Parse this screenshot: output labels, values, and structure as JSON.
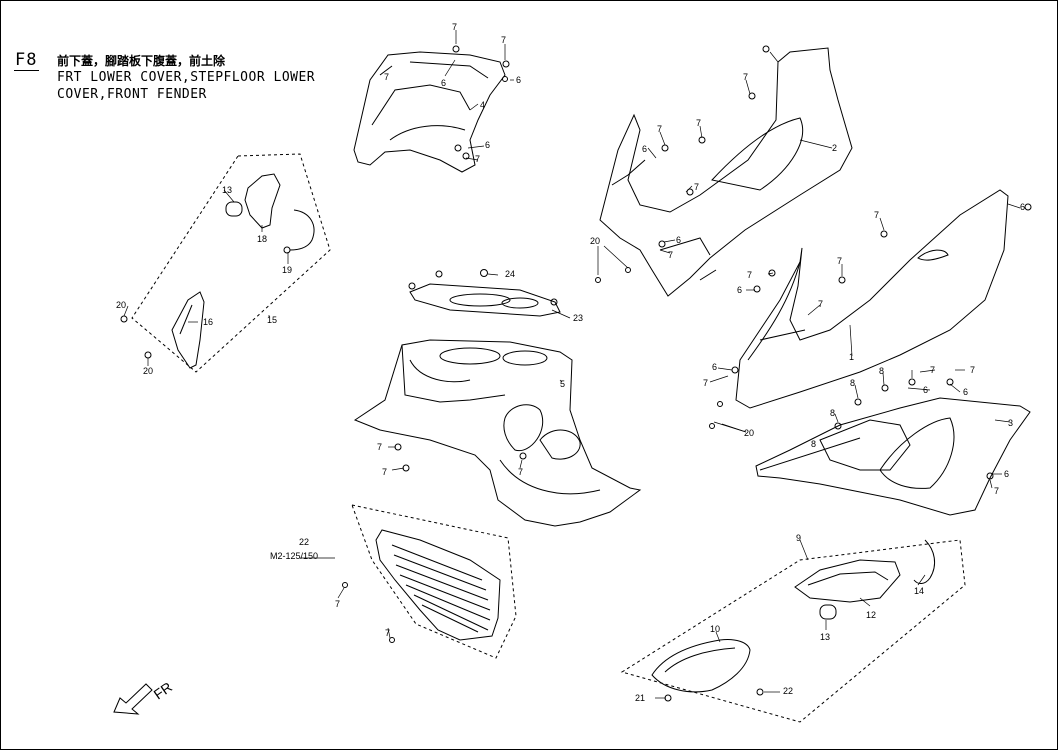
{
  "header": {
    "fig_code": "F8",
    "title_cn": "前下蓋，腳踏板下腹蓋，前土除",
    "title_en_line1": "FRT LOWER COVER,STEPFLOOR LOWER",
    "title_en_line2": "COVER,FRONT FENDER"
  },
  "callouts": [
    {
      "id": "c1",
      "text": "1"
    },
    {
      "id": "c2",
      "text": "2"
    },
    {
      "id": "c3",
      "text": "3"
    },
    {
      "id": "c4",
      "text": "4"
    },
    {
      "id": "c5",
      "text": "5"
    },
    {
      "id": "c6a",
      "text": "6"
    },
    {
      "id": "c6b",
      "text": "6"
    },
    {
      "id": "c6c",
      "text": "6"
    },
    {
      "id": "c6d",
      "text": "6"
    },
    {
      "id": "c6e",
      "text": "6"
    },
    {
      "id": "c6f",
      "text": "6"
    },
    {
      "id": "c6g",
      "text": "6"
    },
    {
      "id": "c6h",
      "text": "6"
    },
    {
      "id": "c6i",
      "text": "6"
    },
    {
      "id": "c6j",
      "text": "6"
    },
    {
      "id": "c6k",
      "text": "6"
    },
    {
      "id": "c7a",
      "text": "7"
    },
    {
      "id": "c7b",
      "text": "7"
    },
    {
      "id": "c7c",
      "text": "7"
    },
    {
      "id": "c7d",
      "text": "7"
    },
    {
      "id": "c7e",
      "text": "7"
    },
    {
      "id": "c7f",
      "text": "7"
    },
    {
      "id": "c7g",
      "text": "7"
    },
    {
      "id": "c7h",
      "text": "7"
    },
    {
      "id": "c7i",
      "text": "7"
    },
    {
      "id": "c7j",
      "text": "7"
    },
    {
      "id": "c7k",
      "text": "7"
    },
    {
      "id": "c7l",
      "text": "7"
    },
    {
      "id": "c7m",
      "text": "7"
    },
    {
      "id": "c7n",
      "text": "7"
    },
    {
      "id": "c7o",
      "text": "7"
    },
    {
      "id": "c7p",
      "text": "7"
    },
    {
      "id": "c7q",
      "text": "7"
    },
    {
      "id": "c7r",
      "text": "7"
    },
    {
      "id": "c8a",
      "text": "8"
    },
    {
      "id": "c8b",
      "text": "8"
    },
    {
      "id": "c8c",
      "text": "8"
    },
    {
      "id": "c8d",
      "text": "8"
    },
    {
      "id": "c9",
      "text": "9"
    },
    {
      "id": "c10",
      "text": "10"
    },
    {
      "id": "c12",
      "text": "12"
    },
    {
      "id": "c13a",
      "text": "13"
    },
    {
      "id": "c13b",
      "text": "13"
    },
    {
      "id": "c14",
      "text": "14"
    },
    {
      "id": "c15",
      "text": "15"
    },
    {
      "id": "c16",
      "text": "16"
    },
    {
      "id": "c18",
      "text": "18"
    },
    {
      "id": "c19",
      "text": "19"
    },
    {
      "id": "c20a",
      "text": "20"
    },
    {
      "id": "c20b",
      "text": "20"
    },
    {
      "id": "c20c",
      "text": "20"
    },
    {
      "id": "c20d",
      "text": "20"
    },
    {
      "id": "c21",
      "text": "21"
    },
    {
      "id": "c22a",
      "text": "22"
    },
    {
      "id": "c22b",
      "text": "22"
    },
    {
      "id": "c23",
      "text": "23"
    },
    {
      "id": "c24",
      "text": "24"
    }
  ],
  "model_note": "M2-125/150",
  "direction_label": "FR"
}
